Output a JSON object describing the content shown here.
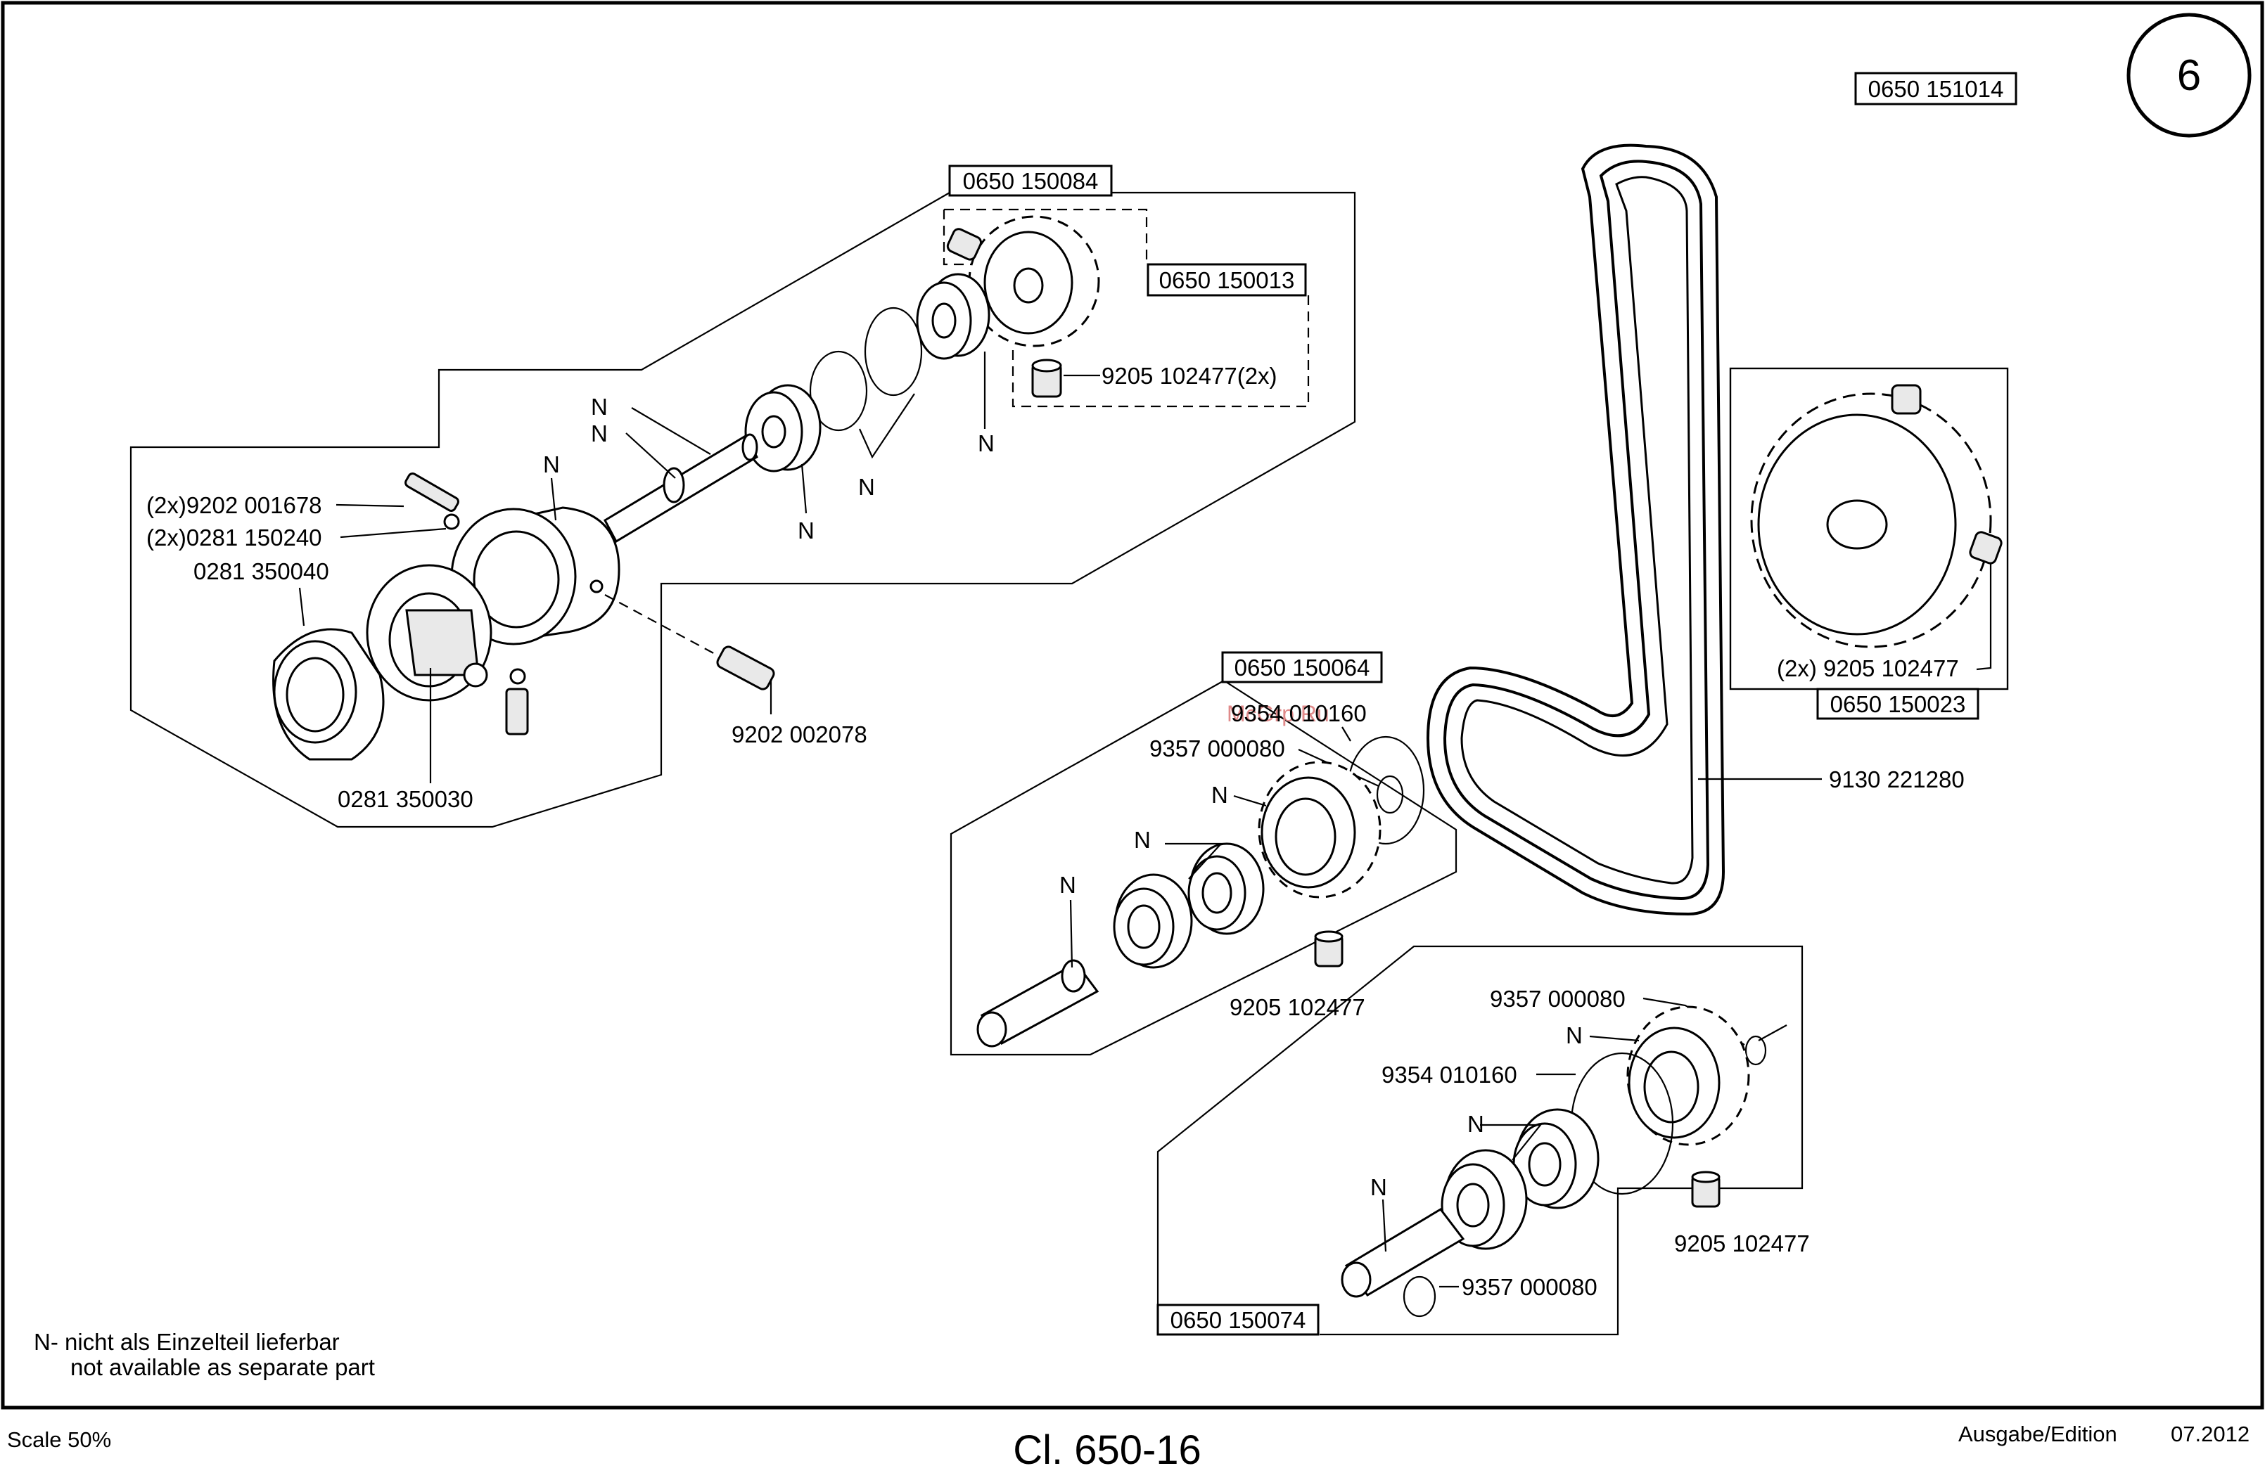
{
  "page_number": "6",
  "drawing_number": "0650 151014",
  "subassemblies": {
    "upper_left_group": "0650 150084",
    "gear_group": "0650 150013",
    "right_gear_group": "0650 150023",
    "middle_group": "0650 150064",
    "lower_group": "0650 150074"
  },
  "part_labels": {
    "set_screw_2x_upper": "9205 102477(2x)",
    "screw_2x": "(2x)9202 001678",
    "washer_2x": "(2x)0281 150240",
    "bushing": "0281 350040",
    "cam": "0281 350030",
    "screw_side": "9202 002078",
    "ring_mid": "9354 010160",
    "clip_mid": "9357 000080",
    "belt": "9130 221280",
    "set_screw_right_2x": "(2x) 9205 102477",
    "set_screw_mid": "9205 102477",
    "clip_lower_top": "9357 000080",
    "ring_lower": "9354 010160",
    "set_screw_lower": "9205 102477",
    "clip_lower_bottom": "9357 000080"
  },
  "n_marker": "N",
  "legend": {
    "line1": "N- nicht als Einzelteil lieferbar",
    "line2": "not available as separate part"
  },
  "watermark": "McGrp.Ru",
  "footer": {
    "scale": "Scale 50%",
    "model": "Cl. 650-16",
    "edition_label": "Ausgabe/Edition",
    "edition_date": "07.2012"
  }
}
